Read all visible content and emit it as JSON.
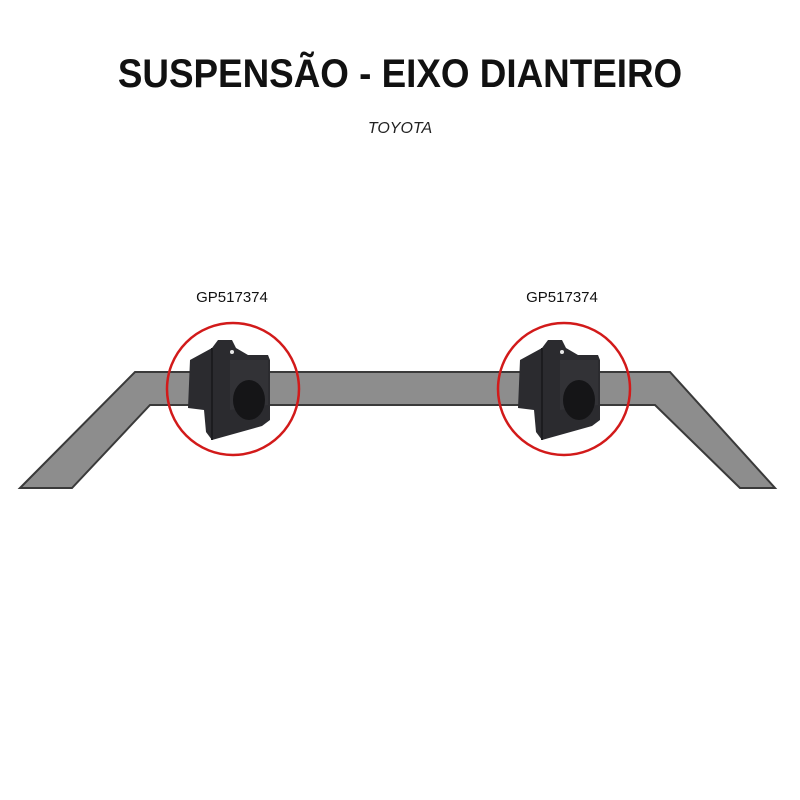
{
  "header": {
    "title": "SUSPENSÃO - EIXO DIANTEIRO",
    "subtitle": "TOYOTA"
  },
  "parts": [
    {
      "code": "GP517374",
      "icon": "stabilizer-bushing-icon"
    },
    {
      "code": "GP517374",
      "icon": "stabilizer-bushing-icon"
    }
  ],
  "colors": {
    "bar_fill": "#8d8d8d",
    "bar_stroke": "#3a3a3a",
    "highlight_circle": "#d21a1a",
    "bushing": "#2b2b2f"
  }
}
